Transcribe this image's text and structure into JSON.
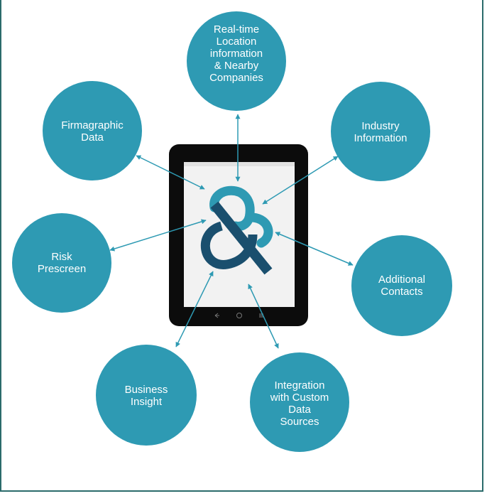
{
  "colors": {
    "bubble": "#2e9ab3",
    "arrow": "#2e9ab3",
    "frame_border": "#2b6b6b",
    "tablet_body": "#0c0c0c",
    "logo_dark": "#1a4f6e",
    "logo_light": "#2e9ab3"
  },
  "nodes": [
    {
      "id": "location",
      "lines": [
        "Real-time",
        "Location",
        "information",
        "& Nearby",
        "Companies"
      ]
    },
    {
      "id": "firmographic",
      "lines": [
        "Firmagraphic",
        "Data"
      ]
    },
    {
      "id": "industry",
      "lines": [
        "Industry",
        "Information"
      ]
    },
    {
      "id": "risk",
      "lines": [
        "Risk",
        "Prescreen"
      ]
    },
    {
      "id": "contacts",
      "lines": [
        "Additional",
        "Contacts"
      ]
    },
    {
      "id": "business",
      "lines": [
        "Business",
        "Insight"
      ]
    },
    {
      "id": "integration",
      "lines": [
        "Integration",
        "with Custom",
        "Data",
        "Sources"
      ]
    }
  ],
  "center": {
    "device": "tablet",
    "logo": "ampersand-logo"
  }
}
